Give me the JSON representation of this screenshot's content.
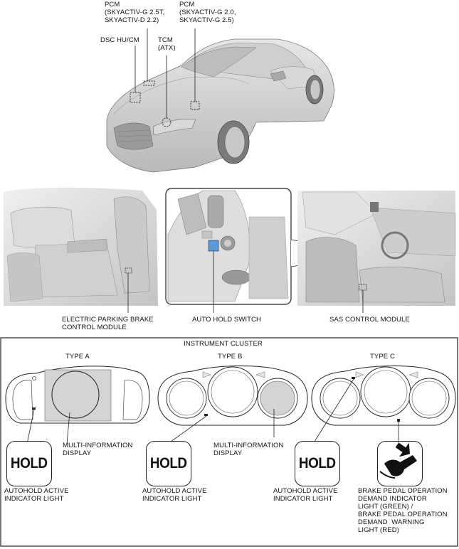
{
  "car_labels": {
    "pcm_left": "PCM\n(SKYACTIV-G 2.5T,\nSKYACTIV-D 2.2)",
    "pcm_right": "PCM\n(SKYACTIV-G 2.0,\nSKYACTIV-G 2.5)",
    "dsc": "DSC HU/CM",
    "tcm": "TCM\n(ATX)"
  },
  "interior_labels": {
    "epb": "ELECTRIC PARKING BRAKE\nCONTROL MODULE",
    "auto_hold": "AUTO HOLD SWITCH",
    "sas": "SAS CONTROL MODULE"
  },
  "cluster": {
    "title": "INSTRUMENT CLUSTER",
    "type_a": "TYPE A",
    "type_b": "TYPE B",
    "type_c": "TYPE C",
    "mid_a": "MULTI-INFORMATION\nDISPLAY",
    "mid_b": "MULTI-INFORMATION\nDISPLAY",
    "hold_text": "HOLD",
    "ind_a": "AUTOHOLD ACTIVE\nINDICATOR LIGHT",
    "ind_b": "AUTOHOLD ACTIVE\nINDICATOR LIGHT",
    "ind_c": "AUTOHOLD ACTIVE\nINDICATOR LIGHT",
    "brake_ind": "BRAKE PEDAL OPERATION\nDEMAND INDICATOR\nLIGHT (GREEN) /\nBRAKE PEDAL OPERATION\nDEMAND  WARNING\nLIGHT (RED)"
  },
  "colors": {
    "switch_blue": "#5a9ad5",
    "display_gray": "#d4d4d4"
  }
}
